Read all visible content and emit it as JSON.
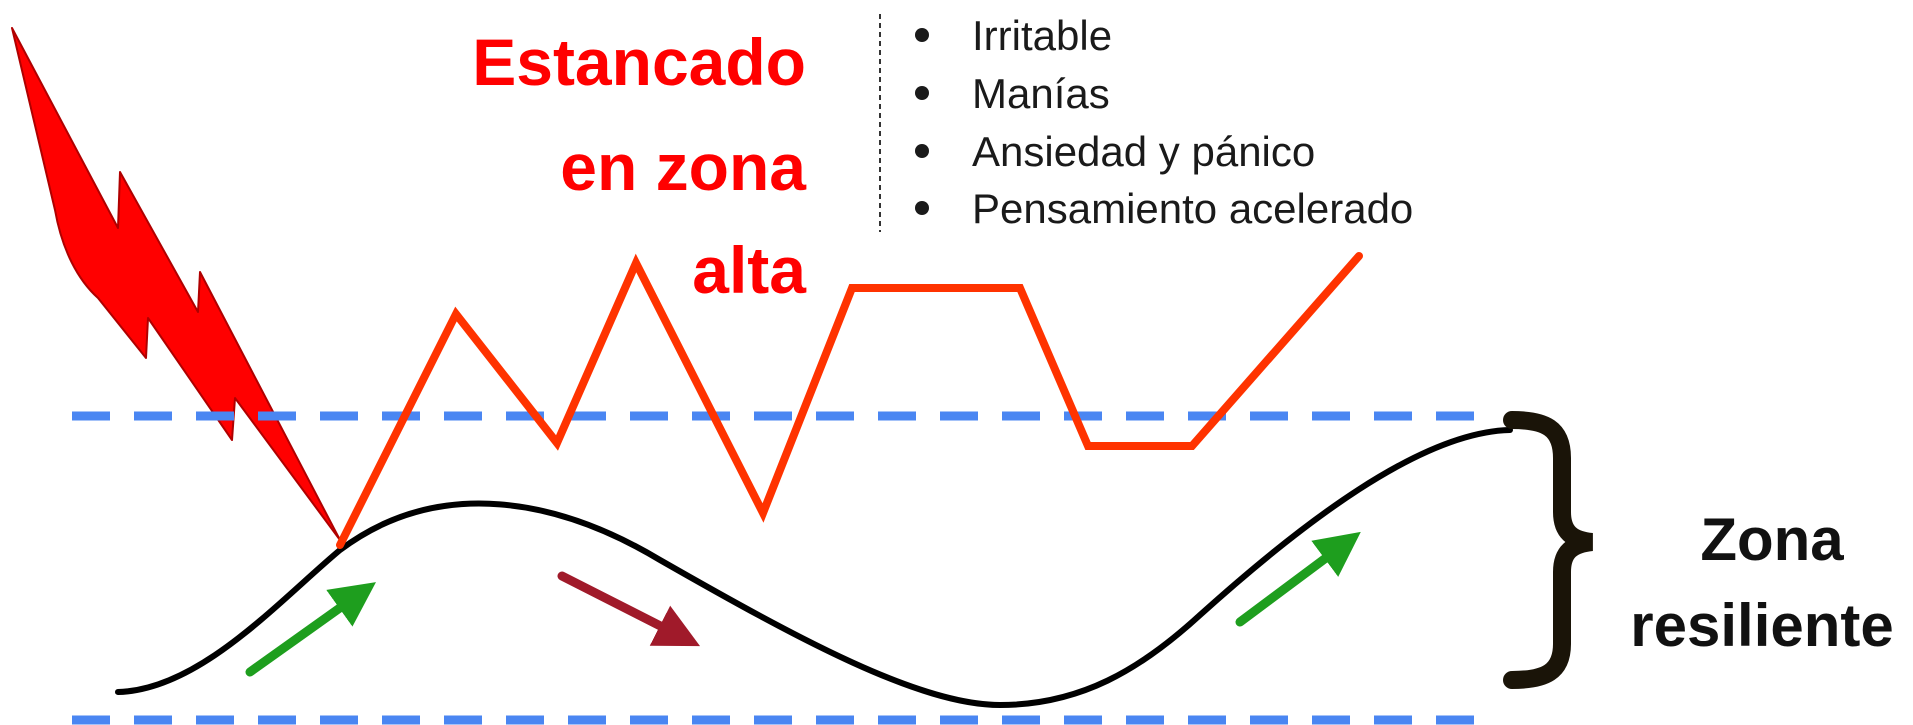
{
  "title": {
    "lines": [
      "Estancado",
      "en zona",
      "alta"
    ]
  },
  "symptoms": {
    "items": [
      "Irritable",
      "Manías",
      "Ansiedad y pánico",
      "Pensamiento acelerado"
    ]
  },
  "zone_label": {
    "lines": [
      "Zona",
      "resiliente"
    ]
  },
  "colors": {
    "title": "#ff0000",
    "stuck_line": "#ff3300",
    "lightning": "#ff0000",
    "threshold_dashes": "#4a86f2",
    "resilient_wave": "#000000",
    "arrow_up": "#1e9e1e",
    "arrow_down": "#a01a2a",
    "brace": "#1a1408"
  },
  "icons": {
    "lightning": "lightning-bolt-icon",
    "brace": "curly-brace-icon",
    "bullet": "bullet-dot-icon"
  }
}
